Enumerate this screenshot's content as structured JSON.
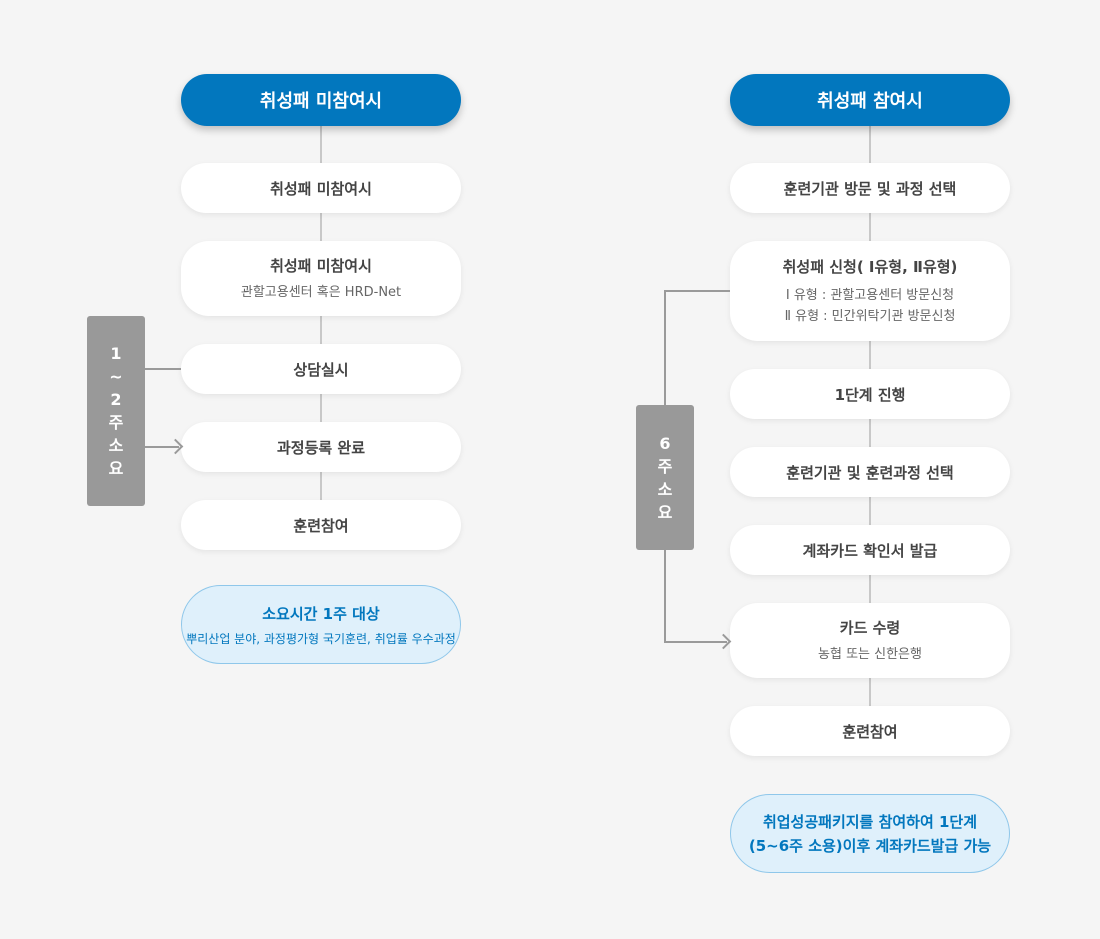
{
  "left": {
    "header": "취성패 미참여시",
    "steps": [
      {
        "title": "취성패 미참여시"
      },
      {
        "title": "취성패 미참여시",
        "sub": "관할고용센터 혹은 HRD-Net"
      },
      {
        "title": "상담실시"
      },
      {
        "title": "과정등록 완료"
      },
      {
        "title": "훈련참여"
      }
    ],
    "duration": [
      "1",
      "~",
      "2",
      "주",
      "소",
      "요"
    ],
    "note": {
      "title": "소요시간 1주 대상",
      "sub": "뿌리산업 분야, 과정평가형 국기훈련, 취업률 우수과정"
    }
  },
  "right": {
    "header": "취성패 참여시",
    "steps": [
      {
        "title": "훈련기관 방문 및 과정 선택"
      },
      {
        "title": "취성패 신청( Ⅰ유형, Ⅱ유형)",
        "sub1": "Ⅰ 유형 : 관할고용센터 방문신청",
        "sub2": "Ⅱ 유형 : 민간위탁기관  방문신청"
      },
      {
        "title": "1단계 진행"
      },
      {
        "title": "훈련기관 및 훈련과정 선택"
      },
      {
        "title": "계좌카드 확인서 발급"
      },
      {
        "title": "카드 수령",
        "sub": "농협 또는 신한은행"
      },
      {
        "title": "훈련참여"
      }
    ],
    "duration": [
      "6",
      "주",
      "소",
      "요"
    ],
    "note": {
      "line1": "취업성공패키지를 참여하여 1단계",
      "line2": "(5~6주 소용)이후 계좌카드발급 가능"
    }
  },
  "colors": {
    "header": "#0277be",
    "duration_badge": "#999999",
    "note_background": "#dff0fb",
    "note_border": "#8fc7ea",
    "note_text": "#0277be",
    "background": "#f5f5f5"
  }
}
